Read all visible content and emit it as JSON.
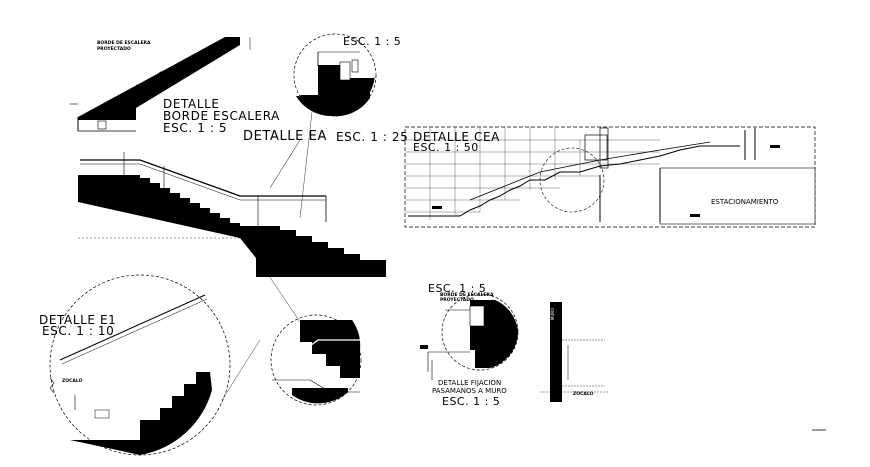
{
  "labels": {
    "detalle_borde_title": "DETALLE",
    "detalle_borde_subtitle": "BORDE ESCALERA",
    "detalle_borde_scale": "ESC. 1 : 5",
    "circle_top_scale": "ESC. 1 : 5",
    "detalle_ea_title": "DETALLE  EA",
    "detalle_ea_scale": "ESC. 1 : 25",
    "detalle_cea_title": "DETALLE CEA",
    "detalle_cea_scale": "ESC. 1 : 50",
    "estacionamiento": "ESTACIONAMIENTO",
    "detalle_e1_title": "DETALLE E1",
    "detalle_e1_scale": "ESC. 1 : 10",
    "fijacion_scale_top": "ESC. 1 : 5",
    "fijacion_title": "DETALLE FIJACION",
    "fijacion_subtitle": "PASAMANOS A MURO",
    "fijacion_scale_bottom": "ESC. 1 : 5",
    "muro_label": "MURO",
    "borde_note": "BORDE DE ESCALERA",
    "borde_note2": "PROYECTADO",
    "zocalo": "ZOCALO",
    "cota_top": "00",
    "cota_mid": "00"
  }
}
